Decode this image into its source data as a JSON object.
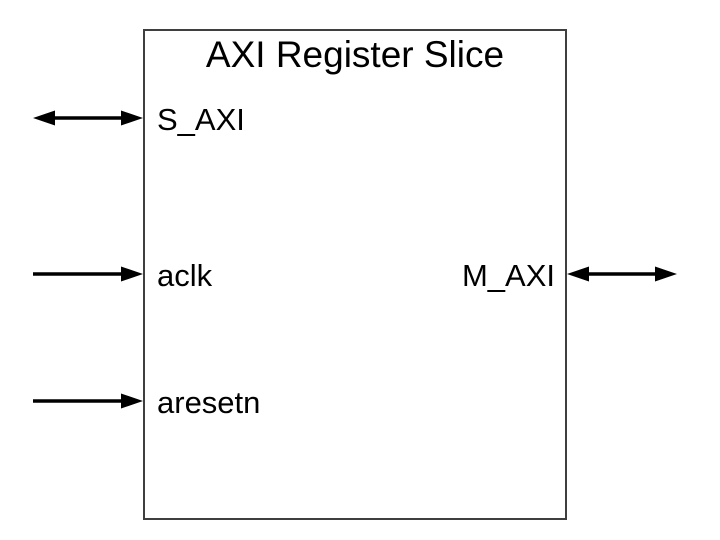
{
  "diagram": {
    "title": "AXI Register Slice",
    "ports": [
      {
        "name": "S_AXI",
        "side": "left",
        "direction": "bidirectional",
        "kind": "axi-interface"
      },
      {
        "name": "aclk",
        "side": "left",
        "direction": "input",
        "kind": "clock-signal"
      },
      {
        "name": "aresetn",
        "side": "left",
        "direction": "input",
        "kind": "reset-signal"
      },
      {
        "name": "M_AXI",
        "side": "right",
        "direction": "bidirectional",
        "kind": "axi-interface"
      }
    ],
    "colors": {
      "background": "#ffffff",
      "block_border": "#3f3f3f",
      "arrow": "#000000",
      "text": "#000000"
    }
  }
}
